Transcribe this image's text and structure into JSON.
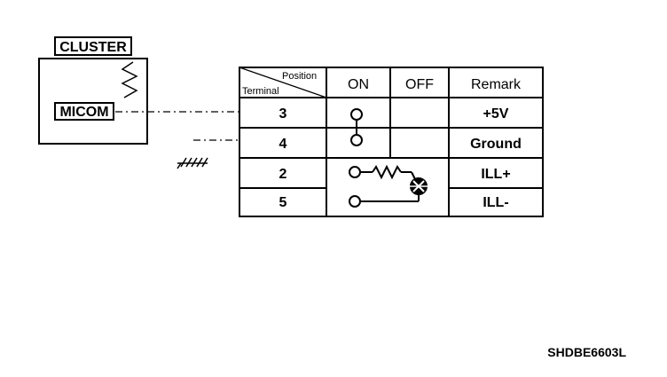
{
  "cluster": {
    "title": "CLUSTER",
    "micom_label": "MICOM"
  },
  "table": {
    "corner_top": "Position",
    "corner_bottom": "Terminal",
    "headers": [
      "ON",
      "OFF",
      "Remark"
    ],
    "rows": [
      {
        "terminal": "3",
        "remark": "+5V"
      },
      {
        "terminal": "4",
        "remark": "Ground"
      },
      {
        "terminal": "2",
        "remark": "ILL+"
      },
      {
        "terminal": "5",
        "remark": "ILL-"
      }
    ]
  },
  "code": "SHDBE6603L"
}
